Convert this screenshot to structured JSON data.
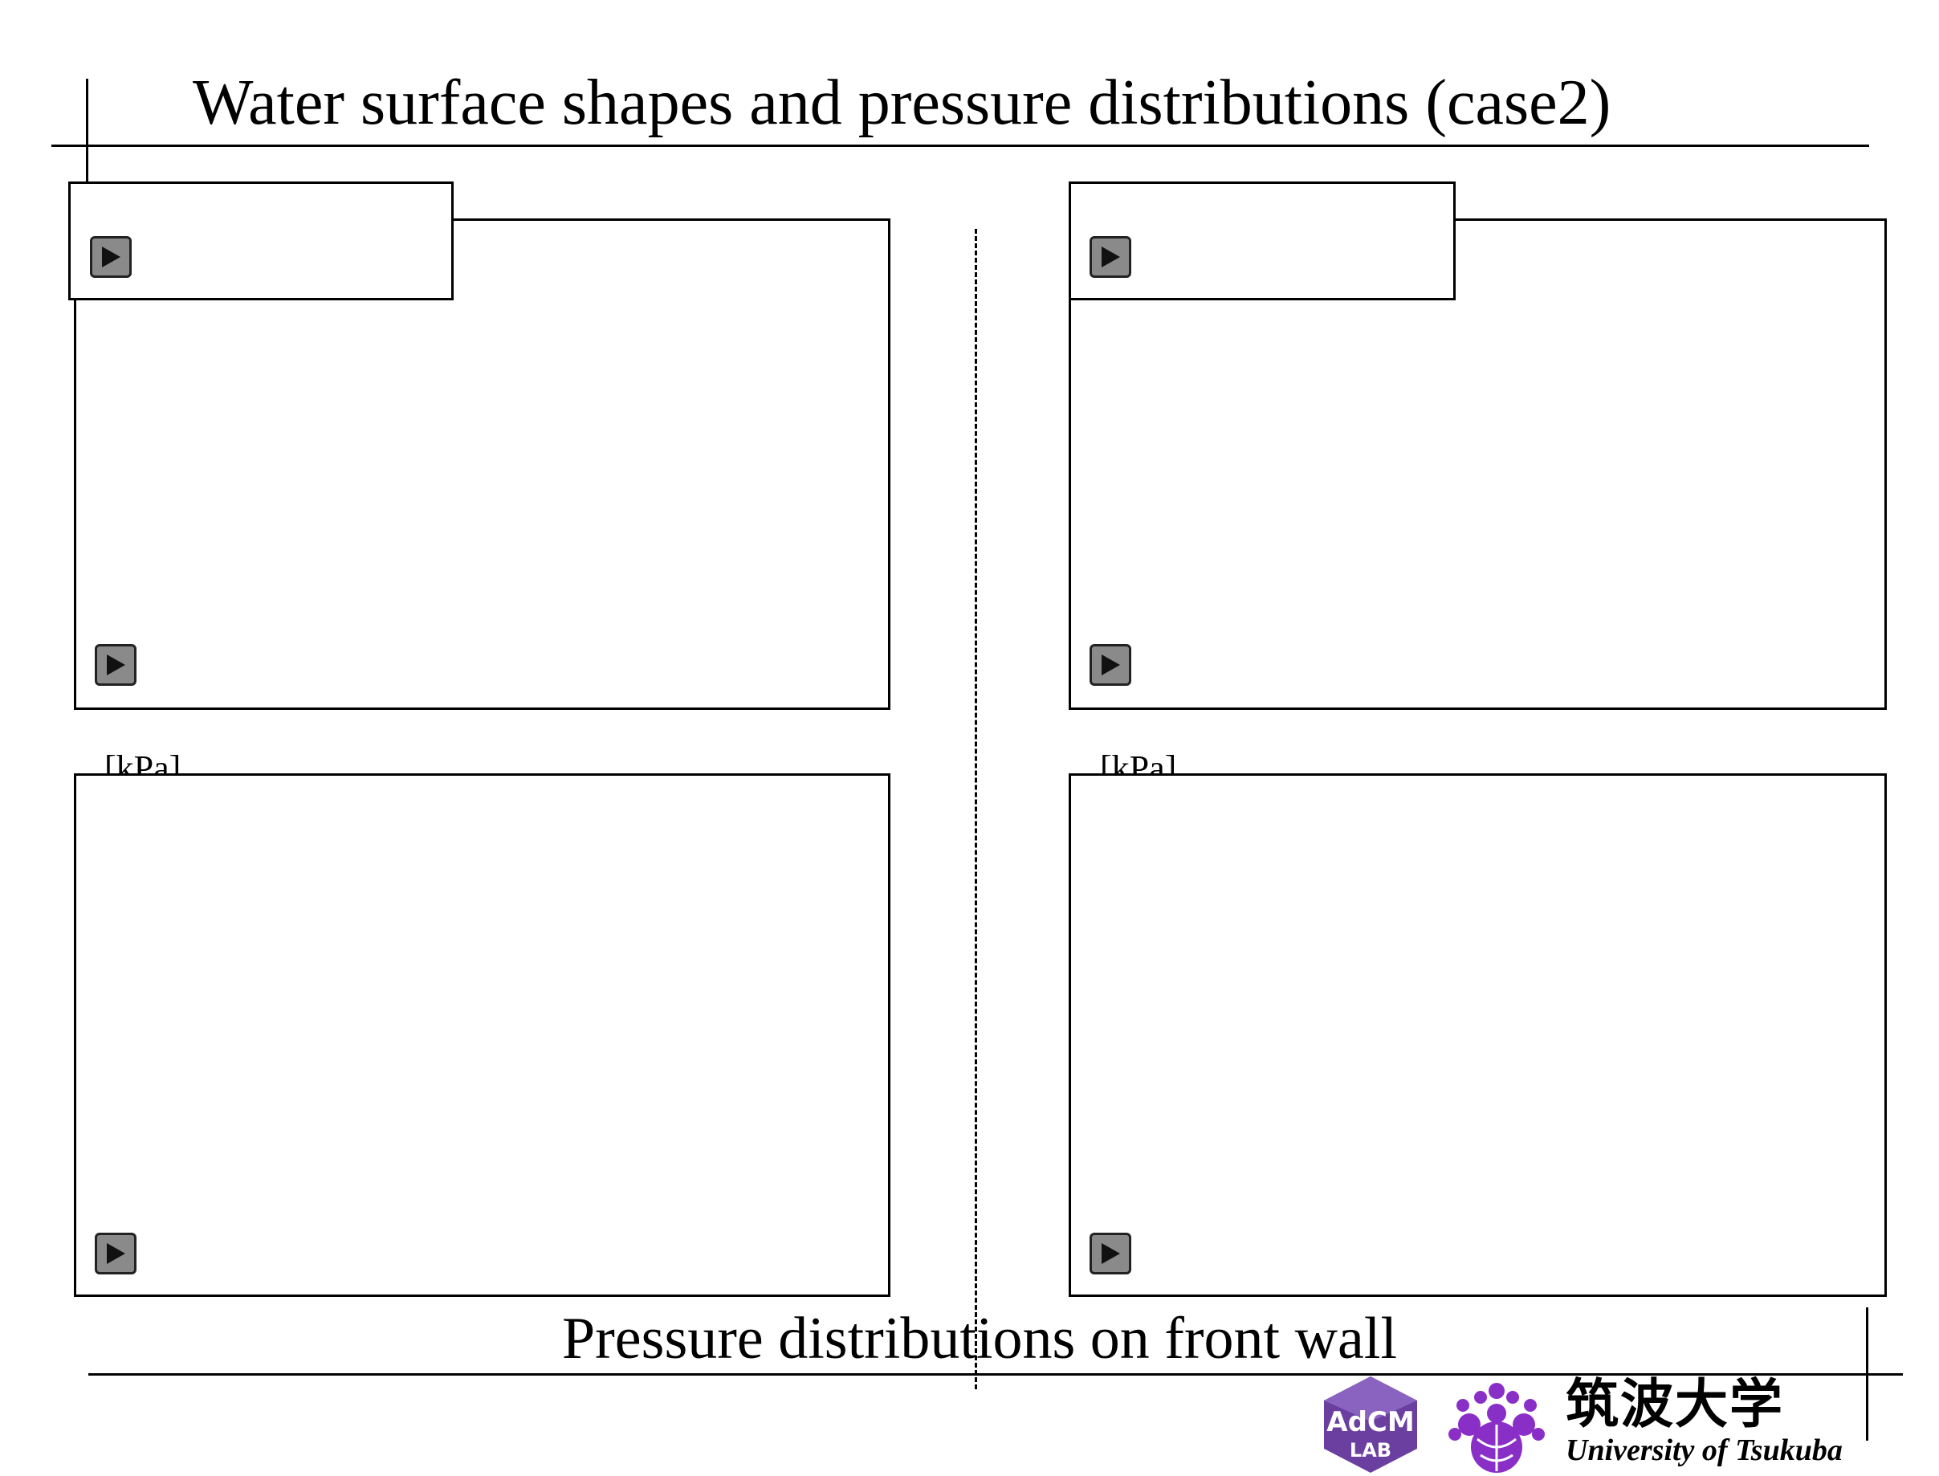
{
  "slide": {
    "title": "Water surface shapes and pressure distributions (case2)",
    "caption": "Pressure distributions on front wall"
  },
  "panels": {
    "bottom_left_unit": "[kPa]",
    "bottom_right_unit": "[kPa]"
  },
  "media_controls": [
    {
      "icon": "play-icon"
    },
    {
      "icon": "play-icon"
    },
    {
      "icon": "play-icon"
    },
    {
      "icon": "play-icon"
    },
    {
      "icon": "play-icon"
    },
    {
      "icon": "play-icon"
    }
  ],
  "logos": {
    "adcm_main": "AdCM",
    "adcm_sub": "LAB",
    "university_jp": "筑波大学",
    "university_en": "University of Tsukuba"
  },
  "colors": {
    "adcm_purple": "#6a3fa0",
    "tsukuba_purple": "#8a2ec8",
    "play_button_gray": "#8a8a8a"
  }
}
